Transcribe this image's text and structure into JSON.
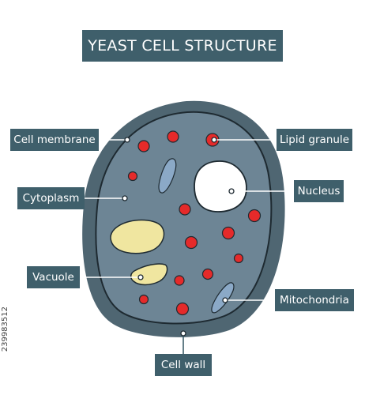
{
  "title": "YEAST CELL STRUCTURE",
  "labels": {
    "cell_membrane": "Cell membrane",
    "cytoplasm": "Cytoplasm",
    "vacuole": "Vacuole",
    "lipid_granule": "Lipid granule",
    "nucleus": "Nucleus",
    "mitochondria": "Mitochondria",
    "cell_wall": "Cell wall"
  },
  "stock_id": "239983512",
  "colors": {
    "label_bg": "#3f5f6b",
    "cell_wall": "#4f6672",
    "cytoplasm": "#6d8595",
    "lipid_granule": "#e52a2a",
    "vacuole": "#f0e6a0",
    "nucleus": "#ffffff",
    "mitochondria": "#8ba9c7"
  }
}
